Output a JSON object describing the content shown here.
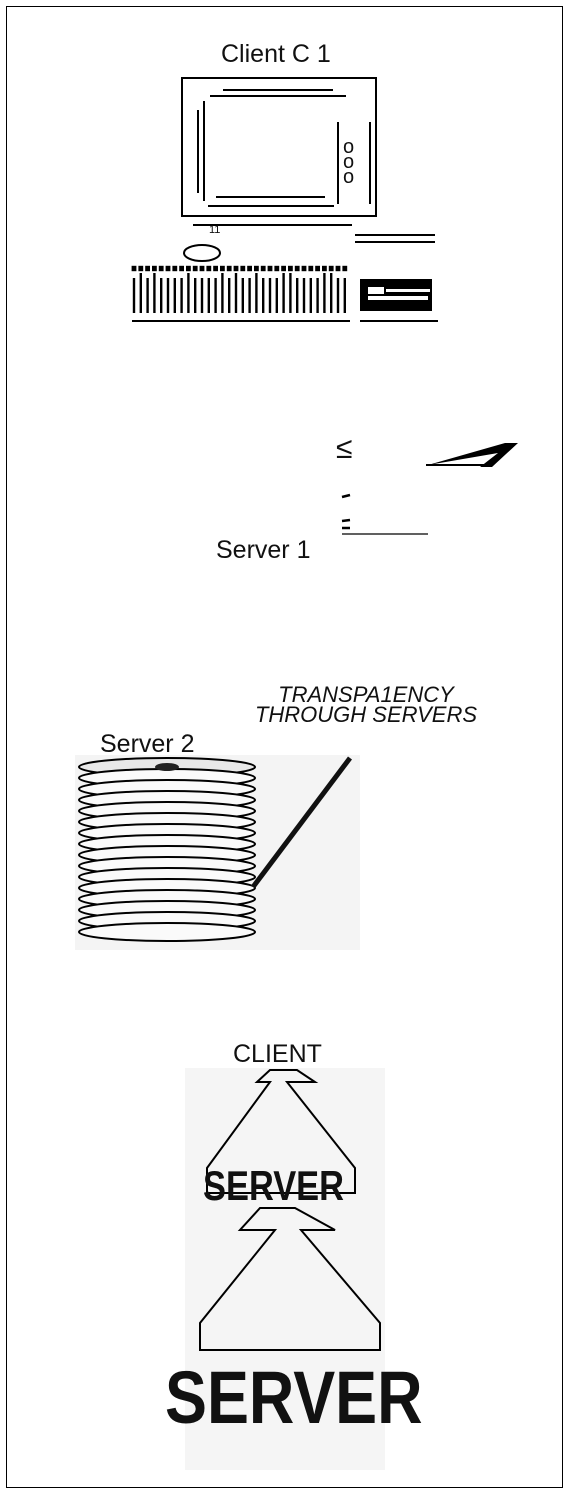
{
  "labels": {
    "client_c1": "Client C 1",
    "server_1": "Server 1",
    "server_2": "Server 2",
    "transparency_line1": "TRANSPA1ENCY",
    "transparency_line2": "THROUGH SERVERS",
    "client": "CLIENT",
    "server_mid": "SERVER",
    "server_bottom": "SERVER"
  },
  "glyphs": {
    "leq": "≤",
    "monitor_knobs": "o\no\no",
    "monitor_base_marks": "11"
  },
  "icons": {
    "computer": "desktop-computer-icon",
    "disk_stack": "disk-stack-icon",
    "arrow": "up-arrow-icon"
  }
}
